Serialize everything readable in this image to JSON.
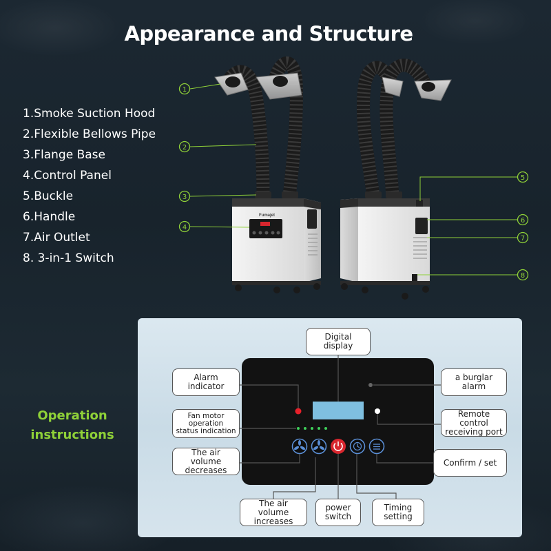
{
  "title": "Appearance and Structure",
  "parts": [
    "1.Smoke Suction Hood",
    "2.Flexible Bellows Pipe",
    "3.Flange Base",
    "4.Control Panel",
    "5.Buckle",
    "6.Handle",
    "7.Air Outlet",
    "8. 3-in-1 Switch"
  ],
  "markers": [
    "1",
    "2",
    "3",
    "4",
    "5",
    "6",
    "7",
    "8"
  ],
  "brand_logo": "Fumajet",
  "operation_title": "Operation\ninstructions",
  "callouts": {
    "digital_display": "Digital\ndisplay",
    "alarm_indicator": "Alarm\nindicator",
    "burglar_alarm": "a burglar\nalarm",
    "fan_motor": "Fan motor\noperation\nstatus indication",
    "remote_control": "Remote control\nreceiving port",
    "air_decrease": "The air volume\ndecreases",
    "confirm_set": "Confirm / set",
    "air_increase": "The air volume\nincreases",
    "power_switch": "power\nswitch",
    "timing_setting": "Timing\nsetting"
  },
  "colors": {
    "accent_green": "#8fd138",
    "alarm_red": "#e8202a",
    "status_led_green": "#3fd05a",
    "display_blue": "#7fbfe0",
    "power_button_red": "#d8262e"
  },
  "icons": [
    "fan-icon",
    "fan-icon",
    "power-icon",
    "clock-icon",
    "menu-lines-icon"
  ]
}
